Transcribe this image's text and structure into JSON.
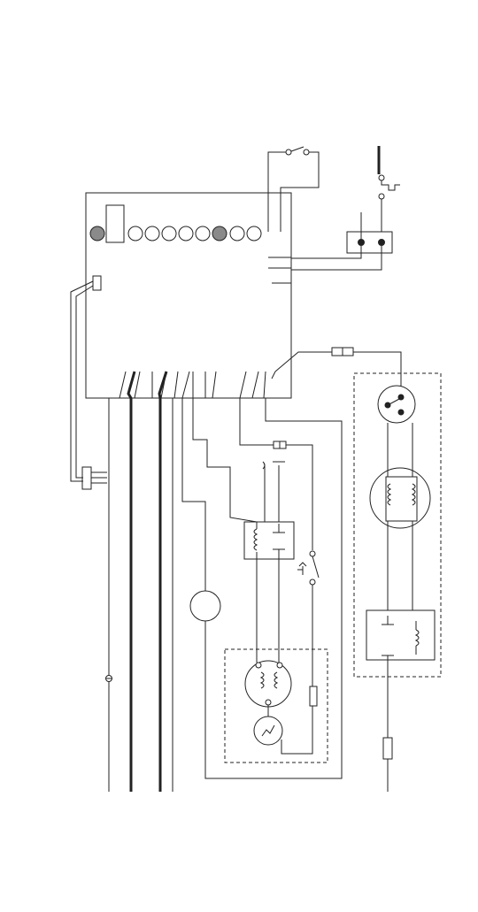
{
  "diagram": {
    "type": "wiring-schematic",
    "labels": [],
    "colors": {
      "line": "#222222",
      "led_on": "#8a8a8a",
      "background": "#ffffff"
    },
    "components": {
      "control_board": {
        "led_count": 10,
        "lit_leds": [
          1,
          8
        ]
      },
      "left_enclosure": {
        "border": "dashed",
        "contents": [
          "motor-coil",
          "thermal-element",
          "fuse"
        ]
      },
      "right_enclosure": {
        "border": "dashed",
        "contents": [
          "switch",
          "motor-coil",
          "relay"
        ]
      }
    }
  }
}
